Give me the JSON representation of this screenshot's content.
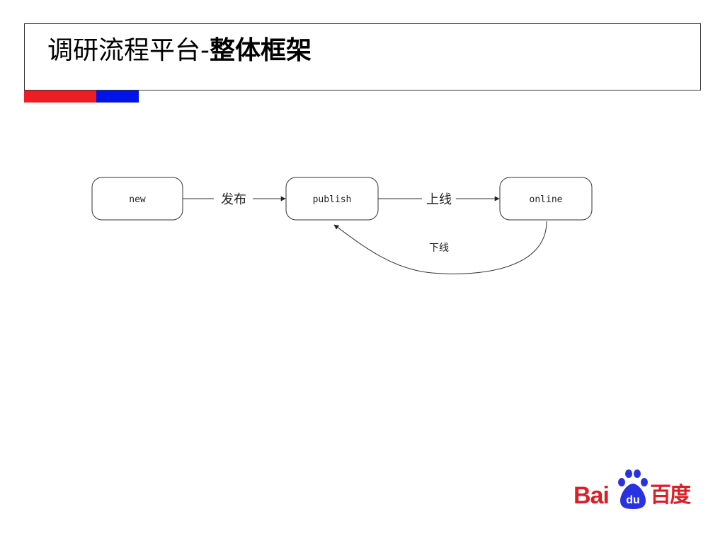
{
  "slide": {
    "title_regular": "调研流程平台-",
    "title_bold": "整体框架"
  },
  "diagram": {
    "nodes": {
      "new": "new",
      "publish": "publish",
      "online": "online"
    },
    "edges": {
      "publish_label": "发布",
      "online_label": "上线",
      "offline_label": "下线"
    }
  },
  "logo": {
    "text_latin": "Bai",
    "text_du": "du",
    "text_cn": "百度"
  },
  "colors": {
    "bar_red": "#ee1c24",
    "bar_blue": "#0014e8",
    "logo_red": "#de1e26",
    "logo_blue": "#2932e1"
  }
}
